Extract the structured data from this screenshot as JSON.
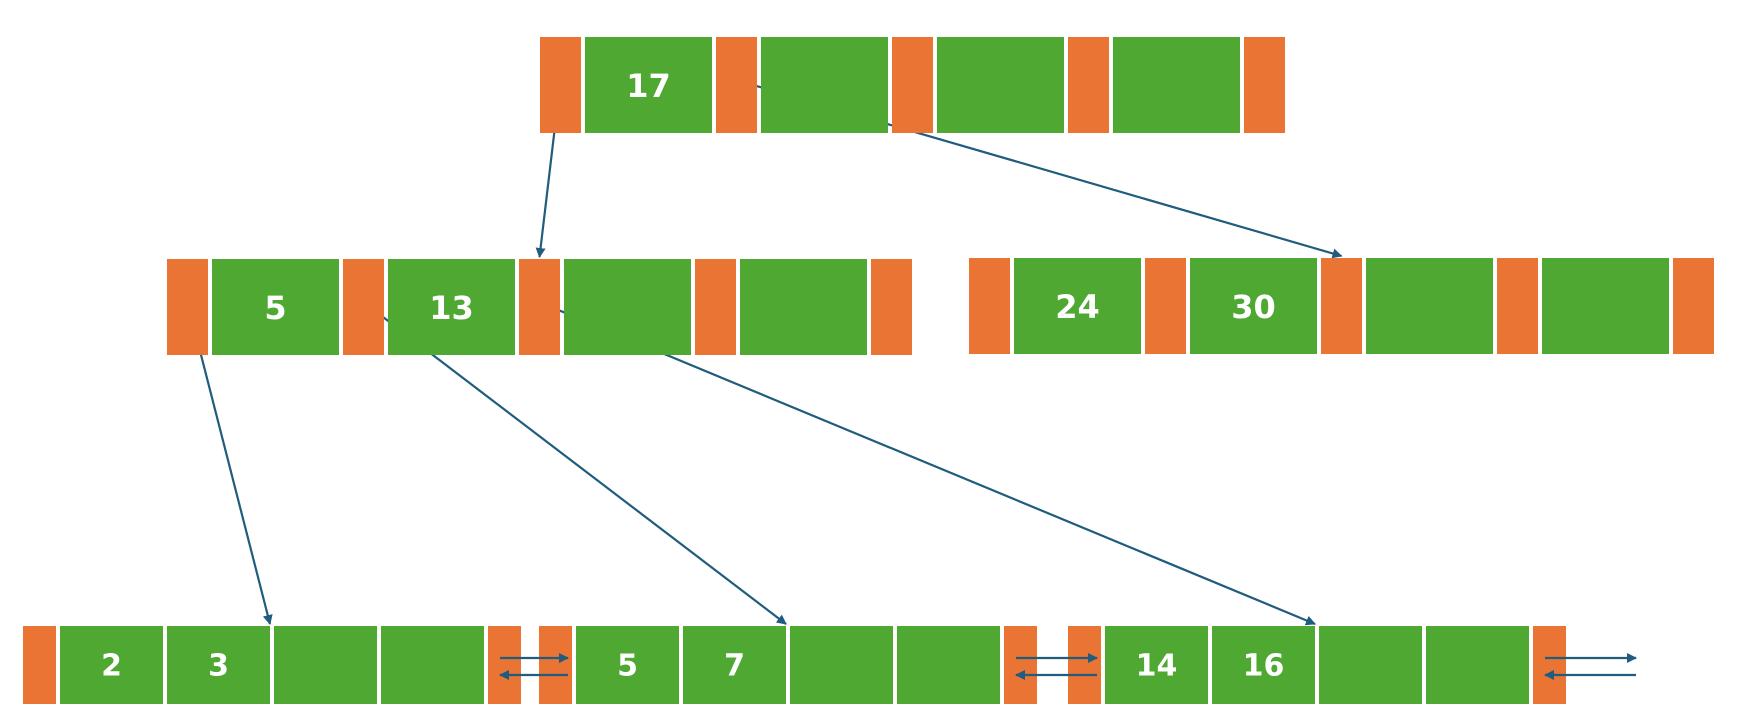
{
  "colors": {
    "key_cell": "#4ea832",
    "pointer_cell": "#ea7434",
    "arrow": "#1f5c7d",
    "background": "#ffffff",
    "key_text": "#ffffff"
  },
  "nodes": {
    "root": {
      "keys": [
        "17",
        "",
        "",
        ""
      ]
    },
    "internal_left": {
      "keys": [
        "5",
        "13",
        "",
        ""
      ]
    },
    "internal_right": {
      "keys": [
        "24",
        "30",
        "",
        ""
      ]
    },
    "leaf_1": {
      "keys": [
        "2",
        "3",
        "",
        ""
      ]
    },
    "leaf_2": {
      "keys": [
        "5",
        "7",
        "",
        ""
      ]
    },
    "leaf_3": {
      "keys": [
        "14",
        "16",
        "",
        ""
      ]
    }
  },
  "edges": [
    {
      "from": "root",
      "pointer": 0,
      "to": "internal_left",
      "target_pointer": 2
    },
    {
      "from": "root",
      "pointer": 1,
      "to": "internal_right",
      "target_pointer": 2
    },
    {
      "from": "internal_left",
      "pointer": 0,
      "to": "leaf_1",
      "target_key": 1
    },
    {
      "from": "internal_left",
      "pointer": 1,
      "to": "leaf_2",
      "target_key": 1
    },
    {
      "from": "internal_left",
      "pointer": 2,
      "to": "leaf_3",
      "target_key": 1
    }
  ],
  "sibling_links": [
    "leaf_1-leaf_2",
    "leaf_2-leaf_3",
    "leaf_3-next"
  ]
}
